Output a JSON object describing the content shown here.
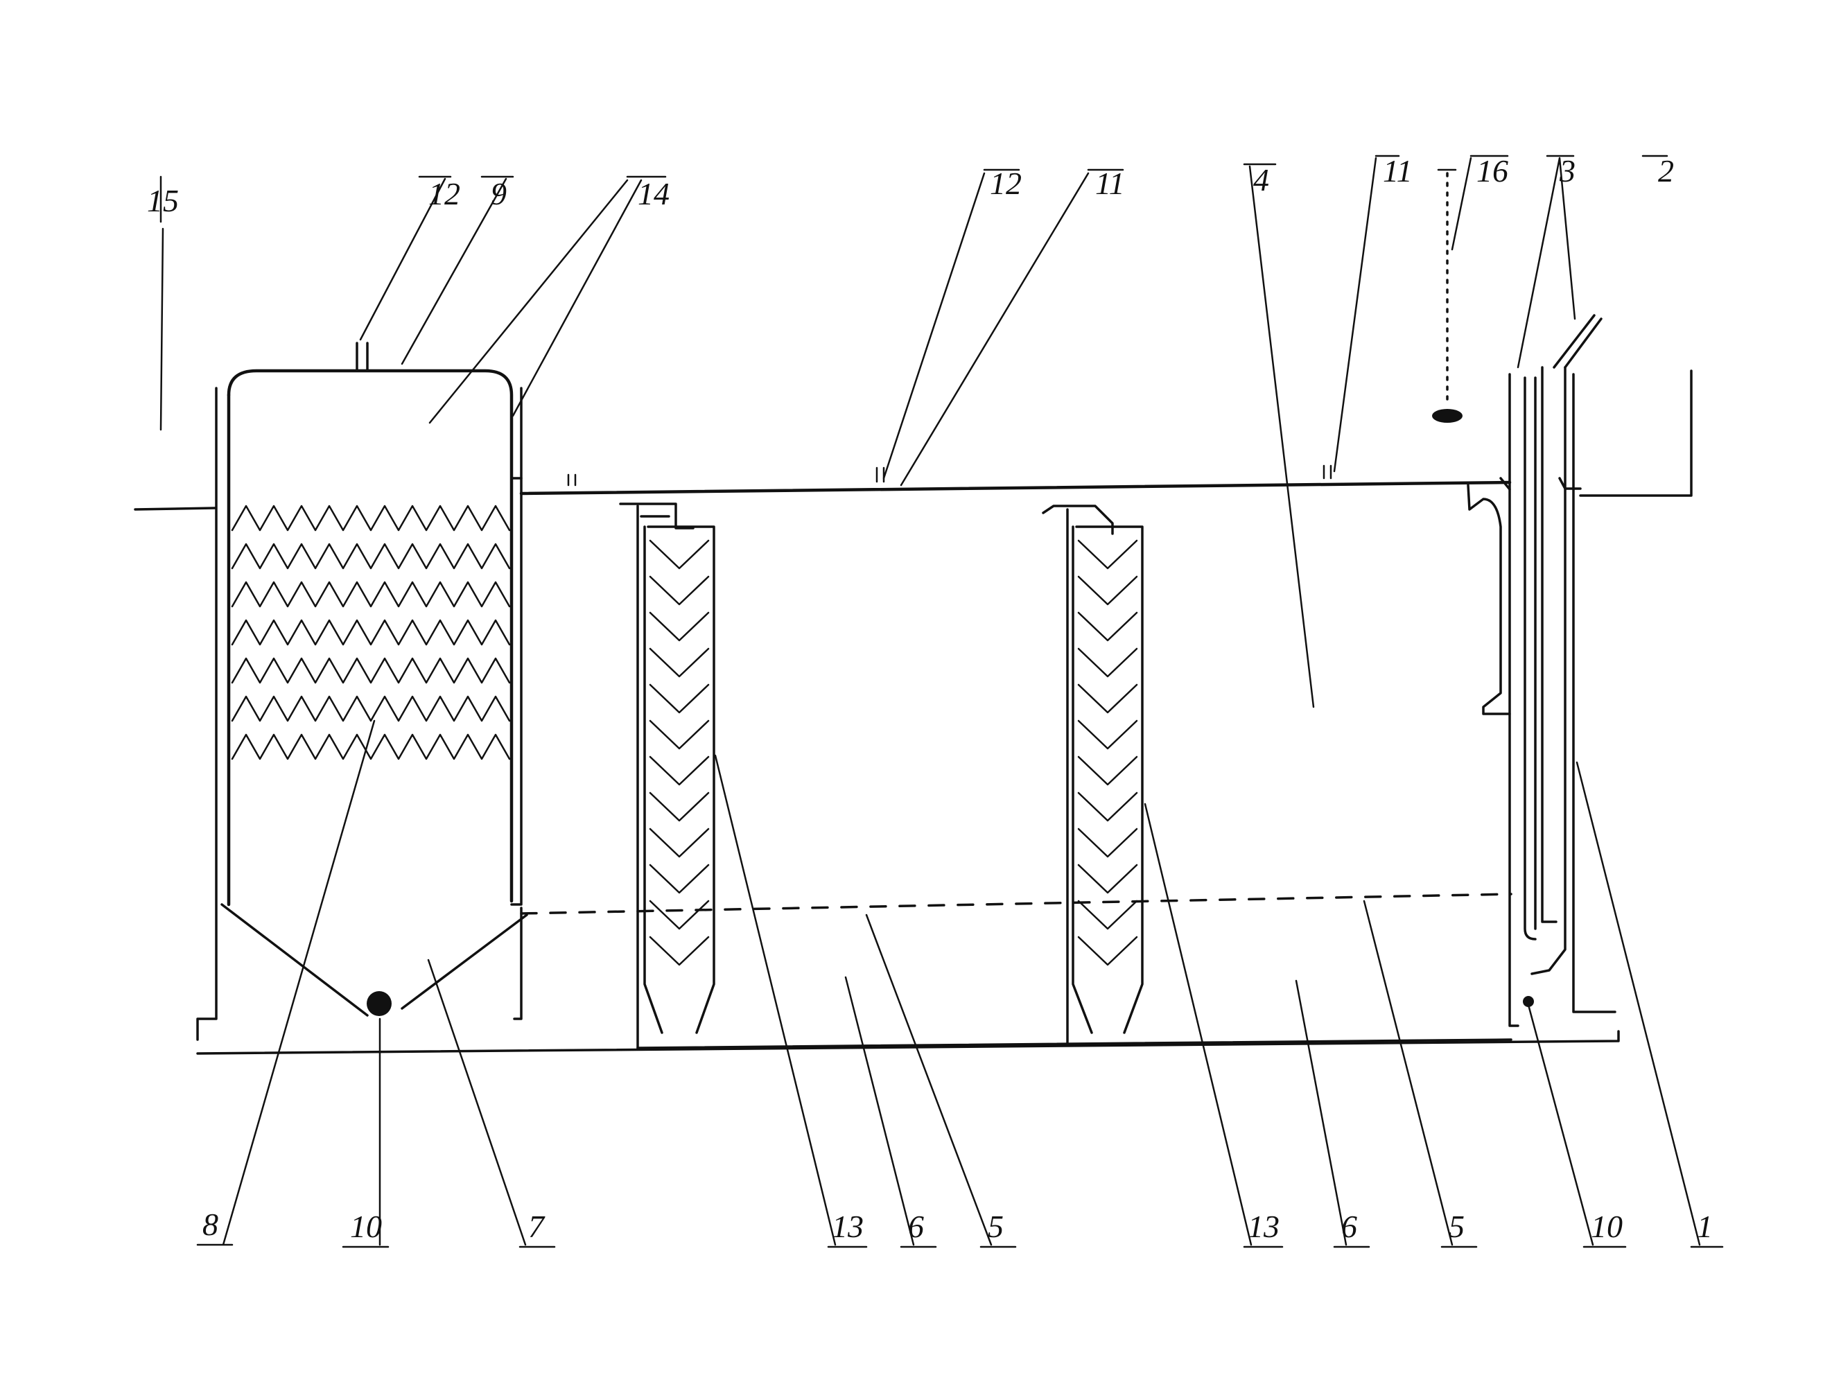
{
  "labels": {
    "l1": "1",
    "l2": "2",
    "l3": "3",
    "l4": "4",
    "l5a": "5",
    "l5b": "5",
    "l6a": "6",
    "l6b": "6",
    "l7": "7",
    "l8": "8",
    "l9": "9",
    "l10a": "10",
    "l10b": "10",
    "l11a": "11",
    "l11b": "11",
    "l12a": "12",
    "l12b": "12",
    "l13a": "13",
    "l13b": "13",
    "l14": "14",
    "l15": "15",
    "l16": "16"
  }
}
